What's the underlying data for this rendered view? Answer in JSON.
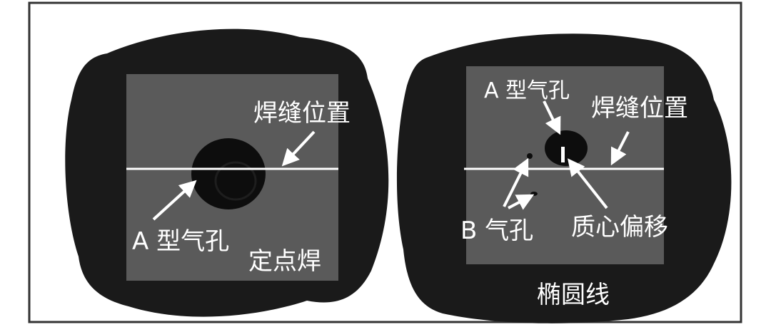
{
  "colors": {
    "background": "#ffffff",
    "frame": "#333333",
    "sample": "#1a1a1a",
    "inner_panel": "#5a5a5a",
    "weld_line": "#ffffff",
    "pore": "#0d0d0d",
    "label": "#ffffff"
  },
  "left_sample": {
    "weld_position_label": "焊缝位置",
    "pore_label": "A 型气孔",
    "process_label": "定点焊"
  },
  "right_sample": {
    "pore_a_label": "A 型气孔",
    "weld_position_label": "焊缝位置",
    "pore_b_label": "B 气孔",
    "centroid_label": "质心偏移",
    "process_label": "椭圆线"
  }
}
